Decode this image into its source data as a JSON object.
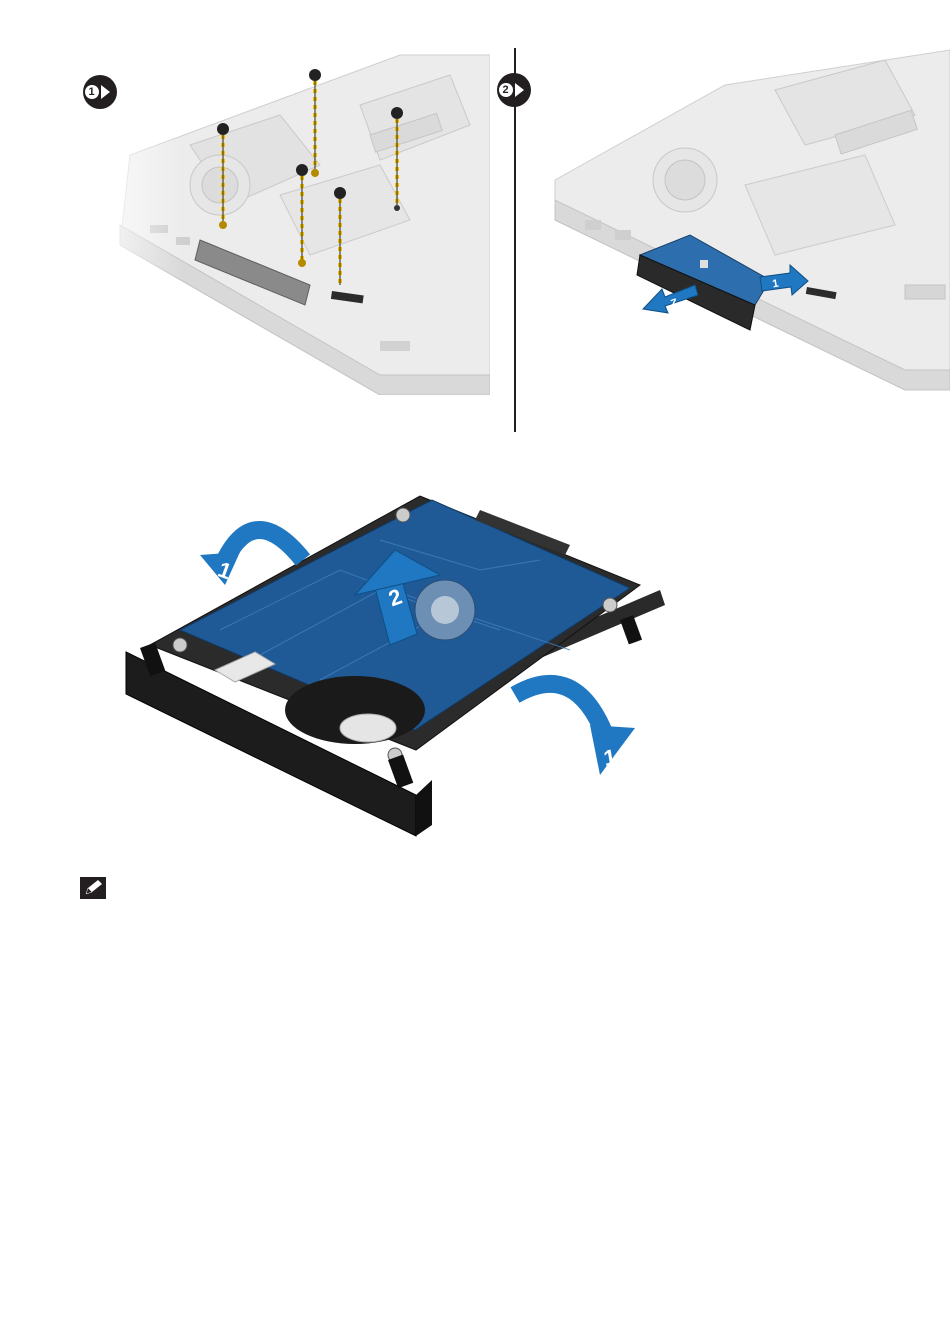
{
  "steps": {
    "step1": {
      "number": "1",
      "icon": "step-play-icon"
    },
    "step2": {
      "number": "2",
      "icon": "step-play-icon"
    }
  },
  "callouts": {
    "slide_out": "1",
    "pull_out": "2",
    "flex_bracket_left": "1",
    "flex_bracket_right": "1",
    "lift_drive": "2"
  },
  "note": {
    "icon": "note-pencil-icon",
    "text": ""
  },
  "colors": {
    "callout_blue": "#1f78c1",
    "badge": "#231f20",
    "divider": "#231f20",
    "pcb": "#1f5a96"
  }
}
